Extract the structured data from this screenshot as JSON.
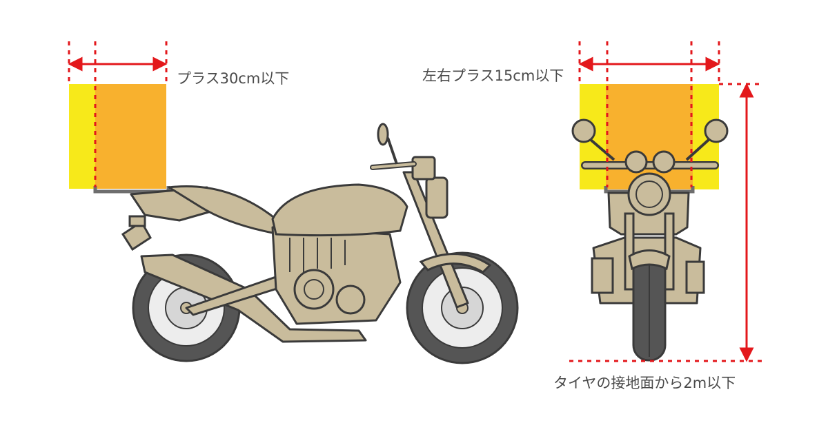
{
  "labels": {
    "rear_overhang": "プラス30cm以下",
    "side_overhang": "左右プラス15cm以下",
    "height_limit": "タイヤの接地面から2m以下"
  },
  "colors": {
    "cargo_yellow": "#f7e91a",
    "cargo_orange": "#f8b12e",
    "dimension_red": "#e3171b",
    "bike_body": "#c9bc9c",
    "outline": "#3a3a3a",
    "tire": "#555555",
    "rack": "#6e6e6e"
  }
}
